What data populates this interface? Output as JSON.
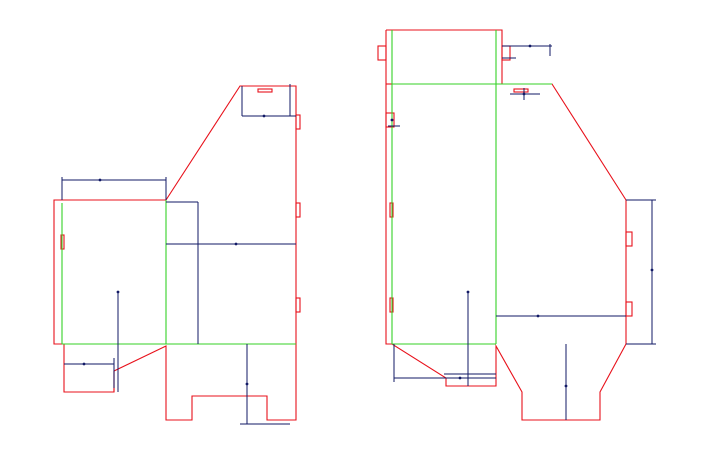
{
  "colors": {
    "cut_line": "#e8111b",
    "fold_line": "#34d126",
    "dimension_line": "#121a66",
    "background": "#ffffff"
  },
  "line_types": [
    "cut_line",
    "fold_line",
    "dimension_line"
  ]
}
